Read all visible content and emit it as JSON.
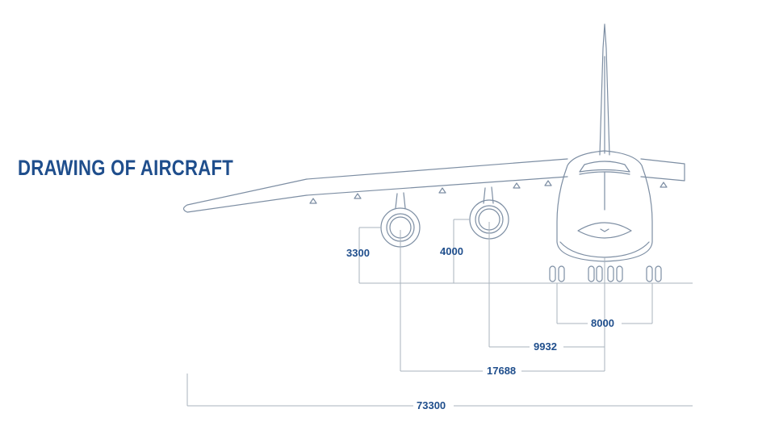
{
  "title": "DRAWING OF AIRCRAFT",
  "dimensions": {
    "engine_outer_height": "3300",
    "engine_inner_height": "4000",
    "main_gear_track": "8000",
    "inner_engine_offset": "9932",
    "outer_engine_offset": "17688",
    "wingspan": "73300"
  },
  "colors": {
    "heading": "#1f4e8c",
    "linework": "#7d8ea3"
  }
}
